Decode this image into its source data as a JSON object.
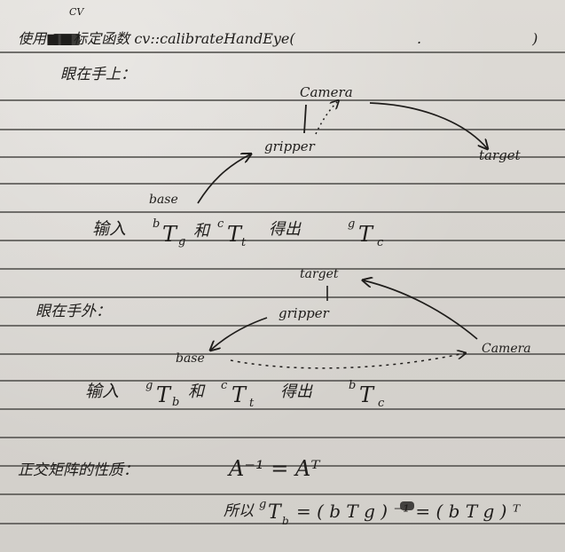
{
  "header": {
    "cv_small": "CV",
    "line": "使用■■标定函数 cv::calibrateHandEye(",
    "tail": ". );"
  },
  "section1": {
    "title": "眼在手上：",
    "camera": "Camera",
    "gripper": "gripper",
    "target": "target",
    "base": "base",
    "input_label": "输入",
    "expr1_pre": "b",
    "expr1_main": "T",
    "expr1_sub": "g",
    "and": "和",
    "expr2_pre": "c",
    "expr2_main": "T",
    "expr2_sub": "t",
    "get": "得出",
    "result_pre": "g",
    "result_main": "T",
    "result_sub": "c"
  },
  "section2": {
    "title": "眼在手外：",
    "target": "target",
    "gripper": "gripper",
    "camera": "Camera",
    "base": "base",
    "input_label": "输入",
    "expr1_pre": "g",
    "expr1_main": "T",
    "expr1_sub": "b",
    "and": "和",
    "expr2_pre": "c",
    "expr2_main": "T",
    "expr2_sub": "t",
    "get": "得出",
    "result_pre": "b",
    "result_main": "T",
    "result_sub": "c"
  },
  "section3": {
    "title": "正交矩阵的性质：",
    "identity": "A⁻¹ = Aᵀ",
    "so": "所以",
    "eq_lhs_pre": "g",
    "eq_lhs_main": "T",
    "eq_lhs_sub": "b",
    "eq_mid": "= ( b T g ) ⁻¹ = ( b T g ) ᵀ"
  },
  "colors": {
    "paper": "#d8d5d0",
    "ink": "#1f1d1b",
    "rule": "#5c5a57"
  }
}
